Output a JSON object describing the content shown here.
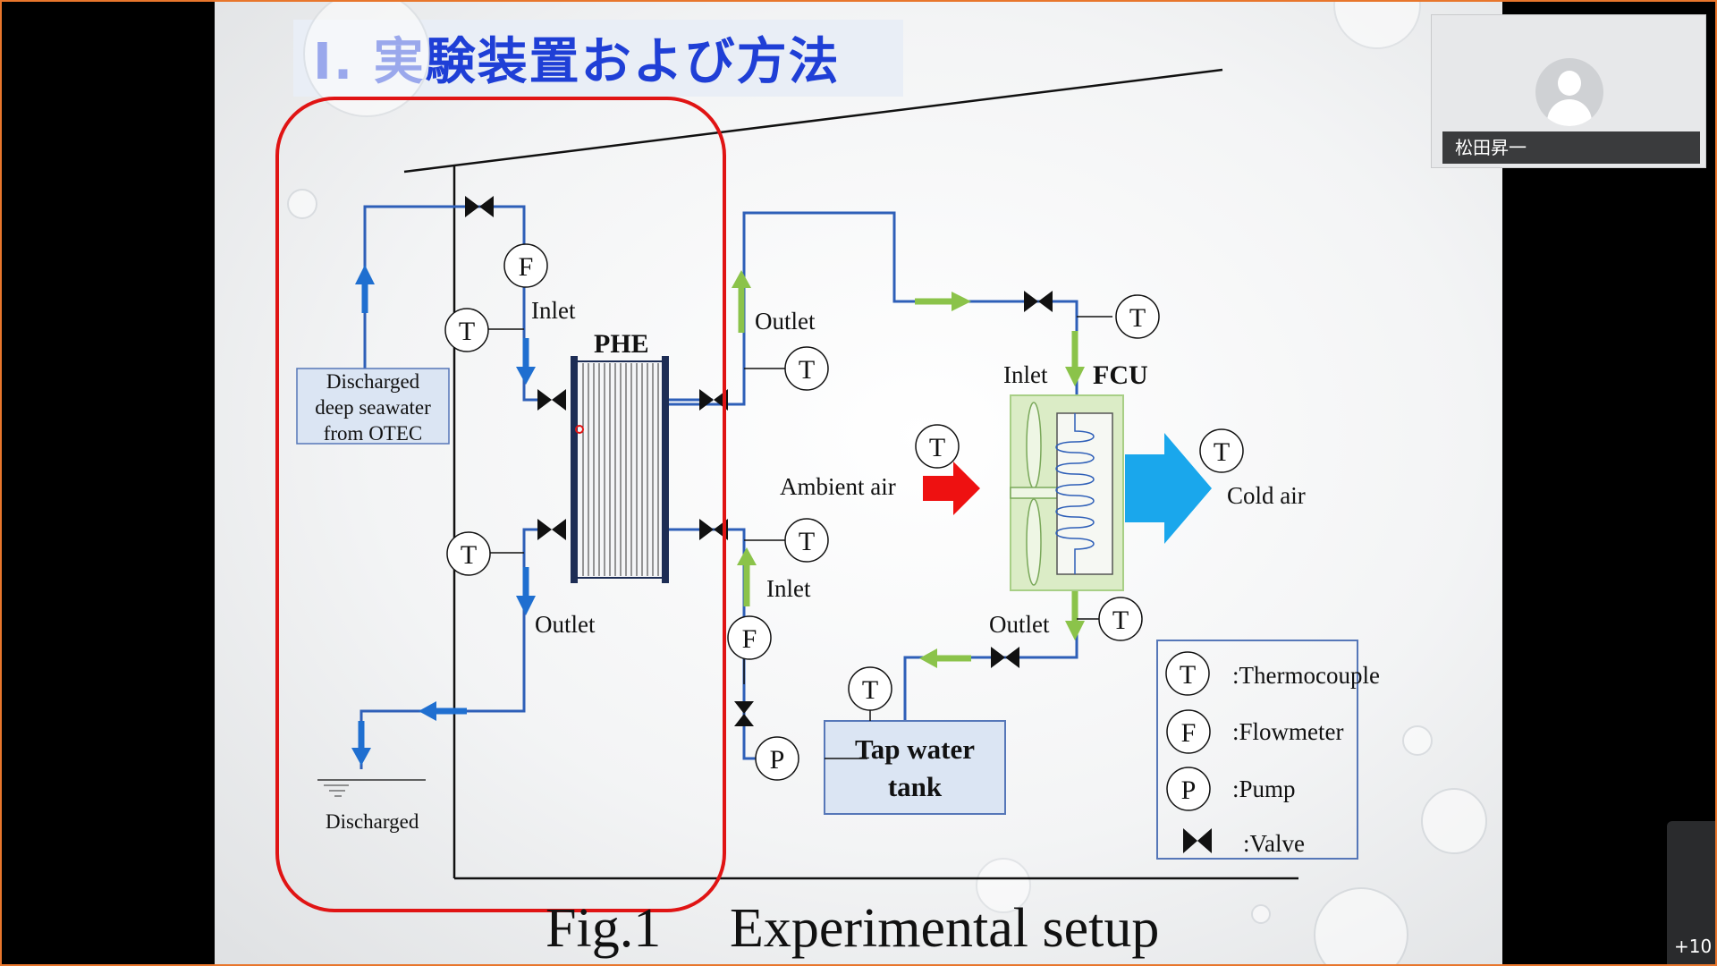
{
  "slide": {
    "title": "I. 実験装置および方法",
    "caption_fig": "Fig.1",
    "caption_text": "Experimental setup",
    "labels": {
      "inlet_phe": "Inlet",
      "outlet_phe": "Outlet",
      "phe": "PHE",
      "outlet_right": "Outlet",
      "inlet_right": "Inlet",
      "discharged_box": [
        "Discharged",
        "deep seawater",
        "from OTEC"
      ],
      "discharged": "Discharged",
      "fcu_inlet": "Inlet",
      "fcu": "FCU",
      "ambient_air": "Ambient air",
      "cold_air": "Cold air",
      "fcu_outlet": "Outlet",
      "tank": [
        "Tap water",
        "tank"
      ]
    },
    "symbols": {
      "thermocouple": "T",
      "flowmeter": "F",
      "pump": "P"
    },
    "legend": {
      "thermocouple": ":Thermocouple",
      "flowmeter": ":Flowmeter",
      "pump": ":Pump",
      "valve": ":Valve"
    },
    "colors": {
      "title": "#1f3fd6",
      "seawater_pipe": "#1f6fd0",
      "freshwater_pipe": "#8bc34a",
      "ambient_arrow": "#ee1111",
      "cold_air_arrow": "#1aa7ec",
      "highlight": "#e01414"
    }
  },
  "participant": {
    "name": "松田昇一"
  },
  "more_participants": "+10"
}
